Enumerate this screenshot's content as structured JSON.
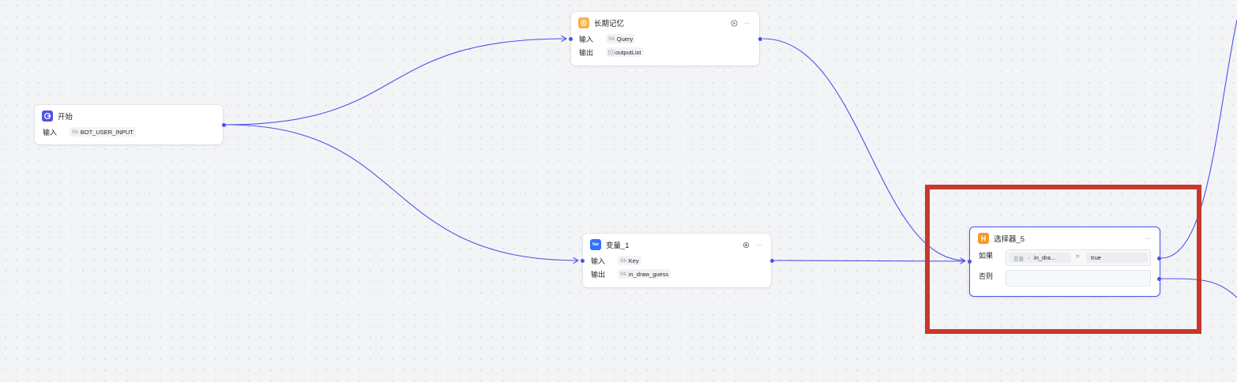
{
  "colors": {
    "canvas": "#f3f4f6",
    "edge": "#4d53e8",
    "port": "#4d53e8",
    "highlight": "#c8382c",
    "start_icon": "#4d53e8",
    "memory_icon": "#f5b34c",
    "variable_icon": "#3370ff",
    "selector_icon": "#f59a23"
  },
  "nodes": {
    "start": {
      "title": "开始",
      "icon": "start-icon",
      "input_label": "输入",
      "input_type": "Str.",
      "input_value": "BOT_USER_INPUT"
    },
    "memory": {
      "title": "长期记忆",
      "icon": "memory-icon",
      "input_label": "输入",
      "input_type": "Str.",
      "input_value": "Query",
      "output_label": "输出",
      "output_type": "[{}]",
      "output_value": "outputList",
      "more": "···"
    },
    "variable": {
      "title": "变量_1",
      "icon_text": "Var",
      "input_label": "输入",
      "input_type": "Str.",
      "input_value": "Key",
      "output_label": "输出",
      "output_type": "Str.",
      "output_value": "in_draw_guess",
      "more": "···"
    },
    "selector": {
      "title": "选择器_5",
      "icon": "if-branch-icon",
      "more": "···",
      "if_label": "如果",
      "else_label": "否则",
      "condition": {
        "ref_label": "变量",
        "caret": "⌄",
        "variable": "in_dra...",
        "operator": "=",
        "value": "true"
      }
    }
  }
}
